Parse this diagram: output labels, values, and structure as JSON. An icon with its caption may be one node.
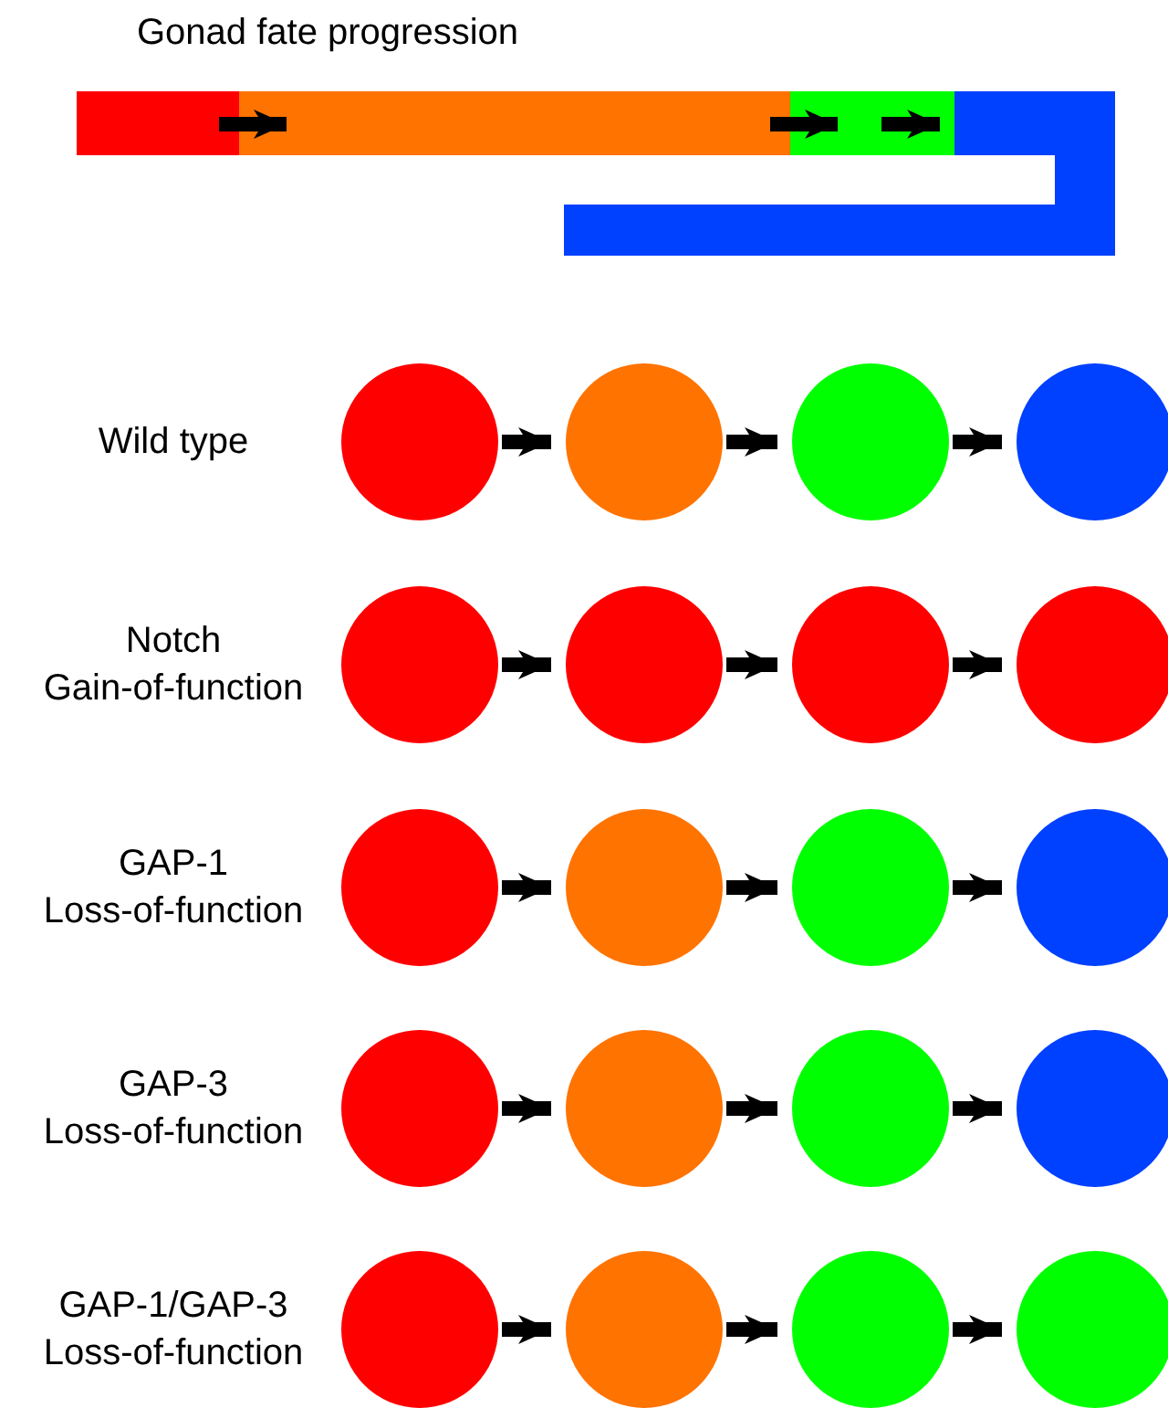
{
  "diagram": {
    "title": "Gonad fate progression",
    "nodes": [
      {
        "text": [],
        "shape": "bar"
      },
      {
        "text": [],
        "shape": "bar"
      },
      {
        "text": [],
        "shape": "bar"
      },
      {
        "text": [],
        "shape": "bar"
      },
      {
        "text": [],
        "shape": "circle"
      },
      {
        "text": [],
        "shape": "circle"
      },
      {
        "text": [],
        "shape": "circle"
      },
      {
        "text": [],
        "shape": "circle"
      },
      {
        "text": [],
        "shape": "circle"
      },
      {
        "text": [],
        "shape": "circle"
      },
      {
        "text": [],
        "shape": "circle"
      },
      {
        "text": [],
        "shape": "circle"
      },
      {
        "text": [],
        "shape": "circle"
      },
      {
        "text": [],
        "shape": "circle"
      },
      {
        "text": [],
        "shape": "circle"
      },
      {
        "text": [],
        "shape": "circle"
      },
      {
        "text": [],
        "shape": "circle"
      },
      {
        "text": [],
        "shape": "circle"
      },
      {
        "text": [],
        "shape": "circle"
      },
      {
        "text": [],
        "shape": "circle"
      },
      {
        "text": [],
        "shape": "circle"
      },
      {
        "text": [],
        "shape": "circle"
      },
      {
        "text": [],
        "shape": "circle"
      },
      {
        "text": [],
        "shape": "circle"
      }
    ],
    "edges": [
      {
        "from": 0,
        "to": 1,
        "arrow": "to"
      },
      {
        "from": 1,
        "to": 2,
        "arrow": "to"
      },
      {
        "from": 2,
        "to": 3,
        "arrow": "to"
      },
      {
        "from": 4,
        "to": 5,
        "arrow": "to"
      },
      {
        "from": 5,
        "to": 6,
        "arrow": "to"
      },
      {
        "from": 6,
        "to": 7,
        "arrow": "to"
      },
      {
        "from": 8,
        "to": 9,
        "arrow": "to"
      },
      {
        "from": 9,
        "to": 10,
        "arrow": "to"
      },
      {
        "from": 10,
        "to": 11,
        "arrow": "to"
      },
      {
        "from": 12,
        "to": 13,
        "arrow": "to"
      },
      {
        "from": 13,
        "to": 14,
        "arrow": "to"
      },
      {
        "from": 14,
        "to": 15,
        "arrow": "to"
      },
      {
        "from": 16,
        "to": 17,
        "arrow": "to"
      },
      {
        "from": 17,
        "to": 18,
        "arrow": "to"
      },
      {
        "from": 18,
        "to": 19,
        "arrow": "to"
      },
      {
        "from": 20,
        "to": 21,
        "arrow": "to"
      },
      {
        "from": 21,
        "to": 22,
        "arrow": "to"
      },
      {
        "from": 22,
        "to": 23,
        "arrow": "to"
      }
    ],
    "labels": [
      "Wild type",
      "Notch Gain-of-function",
      "GAP-1 Loss-of-function",
      "GAP-3 Loss-of-function",
      "GAP-1/GAP-3 Loss-of-function"
    ]
  }
}
